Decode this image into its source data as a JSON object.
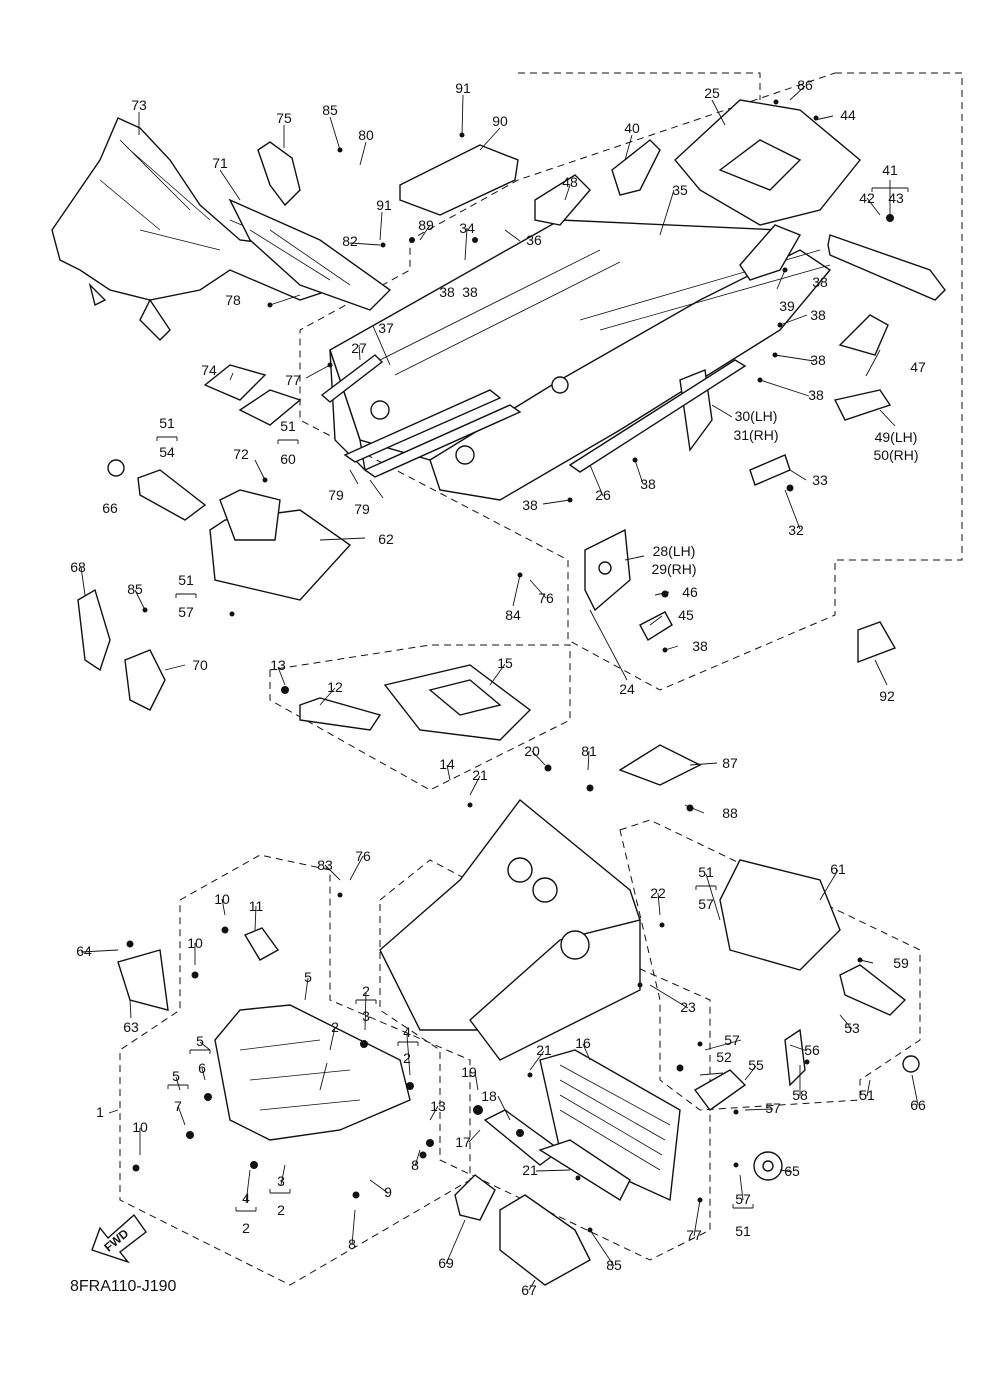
{
  "diagram": {
    "reference_code": "8FRA110-J190",
    "fwd_label": "FWD",
    "callouts": [
      {
        "id": "c73",
        "text": "73"
      },
      {
        "id": "c75",
        "text": "75"
      },
      {
        "id": "c85a",
        "text": "85"
      },
      {
        "id": "c80",
        "text": "80"
      },
      {
        "id": "c91a",
        "text": "91"
      },
      {
        "id": "c90",
        "text": "90"
      },
      {
        "id": "c40",
        "text": "40"
      },
      {
        "id": "c25",
        "text": "25"
      },
      {
        "id": "c86",
        "text": "86"
      },
      {
        "id": "c44",
        "text": "44"
      },
      {
        "id": "c71",
        "text": "71"
      },
      {
        "id": "c91b",
        "text": "91"
      },
      {
        "id": "c89",
        "text": "89"
      },
      {
        "id": "c48",
        "text": "48"
      },
      {
        "id": "c35",
        "text": "35"
      },
      {
        "id": "c41",
        "text": "41"
      },
      {
        "id": "c42",
        "text": "42"
      },
      {
        "id": "c43",
        "text": "43"
      },
      {
        "id": "c34",
        "text": "34"
      },
      {
        "id": "c36",
        "text": "36"
      },
      {
        "id": "c82",
        "text": "82"
      },
      {
        "id": "c38a",
        "text": "38"
      },
      {
        "id": "c38b",
        "text": "38"
      },
      {
        "id": "c38c",
        "text": "38"
      },
      {
        "id": "c39",
        "text": "39"
      },
      {
        "id": "c78",
        "text": "78"
      },
      {
        "id": "c37",
        "text": "37"
      },
      {
        "id": "c27",
        "text": "27"
      },
      {
        "id": "c38d",
        "text": "38"
      },
      {
        "id": "c38e",
        "text": "38"
      },
      {
        "id": "c47",
        "text": "47"
      },
      {
        "id": "c74",
        "text": "74"
      },
      {
        "id": "c77a",
        "text": "77"
      },
      {
        "id": "c38f",
        "text": "38"
      },
      {
        "id": "c30",
        "text": "30(LH)"
      },
      {
        "id": "c31",
        "text": "31(RH)"
      },
      {
        "id": "c49",
        "text": "49(LH)"
      },
      {
        "id": "c50",
        "text": "50(RH)"
      },
      {
        "id": "c51a",
        "text": "51"
      },
      {
        "id": "c54",
        "text": "54"
      },
      {
        "id": "c72",
        "text": "72"
      },
      {
        "id": "c51b",
        "text": "51"
      },
      {
        "id": "c60",
        "text": "60"
      },
      {
        "id": "c33",
        "text": "33"
      },
      {
        "id": "c66a",
        "text": "66"
      },
      {
        "id": "c79a",
        "text": "79"
      },
      {
        "id": "c79b",
        "text": "79"
      },
      {
        "id": "c26",
        "text": "26"
      },
      {
        "id": "c38g",
        "text": "38"
      },
      {
        "id": "c38h",
        "text": "38"
      },
      {
        "id": "c32",
        "text": "32"
      },
      {
        "id": "c62",
        "text": "62"
      },
      {
        "id": "c28",
        "text": "28(LH)"
      },
      {
        "id": "c29",
        "text": "29(RH)"
      },
      {
        "id": "c68",
        "text": "68"
      },
      {
        "id": "c85b",
        "text": "85"
      },
      {
        "id": "c51c",
        "text": "51"
      },
      {
        "id": "c57a",
        "text": "57"
      },
      {
        "id": "c46",
        "text": "46"
      },
      {
        "id": "c84",
        "text": "84"
      },
      {
        "id": "c76a",
        "text": "76"
      },
      {
        "id": "c45",
        "text": "45"
      },
      {
        "id": "c38i",
        "text": "38"
      },
      {
        "id": "c70",
        "text": "70"
      },
      {
        "id": "c24",
        "text": "24"
      },
      {
        "id": "c92",
        "text": "92"
      },
      {
        "id": "c13a",
        "text": "13"
      },
      {
        "id": "c12",
        "text": "12"
      },
      {
        "id": "c15",
        "text": "15"
      },
      {
        "id": "c20",
        "text": "20"
      },
      {
        "id": "c81",
        "text": "81"
      },
      {
        "id": "c87",
        "text": "87"
      },
      {
        "id": "c14",
        "text": "14"
      },
      {
        "id": "c21a",
        "text": "21"
      },
      {
        "id": "c88",
        "text": "88"
      },
      {
        "id": "c83",
        "text": "83"
      },
      {
        "id": "c76b",
        "text": "76"
      },
      {
        "id": "c61",
        "text": "61"
      },
      {
        "id": "c51d",
        "text": "51"
      },
      {
        "id": "c57b",
        "text": "57"
      },
      {
        "id": "c22",
        "text": "22"
      },
      {
        "id": "c10a",
        "text": "10"
      },
      {
        "id": "c11",
        "text": "11"
      },
      {
        "id": "c64",
        "text": "64"
      },
      {
        "id": "c10b",
        "text": "10"
      },
      {
        "id": "c59",
        "text": "59"
      },
      {
        "id": "c63",
        "text": "63"
      },
      {
        "id": "c5a",
        "text": "5"
      },
      {
        "id": "c2a",
        "text": "2"
      },
      {
        "id": "c3a",
        "text": "3"
      },
      {
        "id": "c23",
        "text": "23"
      },
      {
        "id": "c2b",
        "text": "2"
      },
      {
        "id": "c4a",
        "text": "4"
      },
      {
        "id": "c2c",
        "text": "2"
      },
      {
        "id": "c53",
        "text": "53"
      },
      {
        "id": "c5b",
        "text": "5"
      },
      {
        "id": "c6",
        "text": "6"
      },
      {
        "id": "c57c",
        "text": "57"
      },
      {
        "id": "c56",
        "text": "56"
      },
      {
        "id": "c52",
        "text": "52"
      },
      {
        "id": "c16",
        "text": "16"
      },
      {
        "id": "c21b",
        "text": "21"
      },
      {
        "id": "c55",
        "text": "55"
      },
      {
        "id": "c5c",
        "text": "5"
      },
      {
        "id": "c7",
        "text": "7"
      },
      {
        "id": "c19",
        "text": "19"
      },
      {
        "id": "c1",
        "text": "1"
      },
      {
        "id": "c58",
        "text": "58"
      },
      {
        "id": "c51e",
        "text": "51"
      },
      {
        "id": "c66b",
        "text": "66"
      },
      {
        "id": "c18",
        "text": "18"
      },
      {
        "id": "c13b",
        "text": "13"
      },
      {
        "id": "c57d",
        "text": "57"
      },
      {
        "id": "c10c",
        "text": "10"
      },
      {
        "id": "c17",
        "text": "17"
      },
      {
        "id": "c8a",
        "text": "8"
      },
      {
        "id": "c21c",
        "text": "21"
      },
      {
        "id": "c65",
        "text": "65"
      },
      {
        "id": "c4b",
        "text": "4"
      },
      {
        "id": "c2d",
        "text": "2"
      },
      {
        "id": "c3b",
        "text": "3"
      },
      {
        "id": "c2e",
        "text": "2"
      },
      {
        "id": "c9",
        "text": "9"
      },
      {
        "id": "c57e",
        "text": "57"
      },
      {
        "id": "c77b",
        "text": "77"
      },
      {
        "id": "c51f",
        "text": "51"
      },
      {
        "id": "c8b",
        "text": "8"
      },
      {
        "id": "c69",
        "text": "69"
      },
      {
        "id": "c85c",
        "text": "85"
      },
      {
        "id": "c67",
        "text": "67"
      }
    ]
  }
}
